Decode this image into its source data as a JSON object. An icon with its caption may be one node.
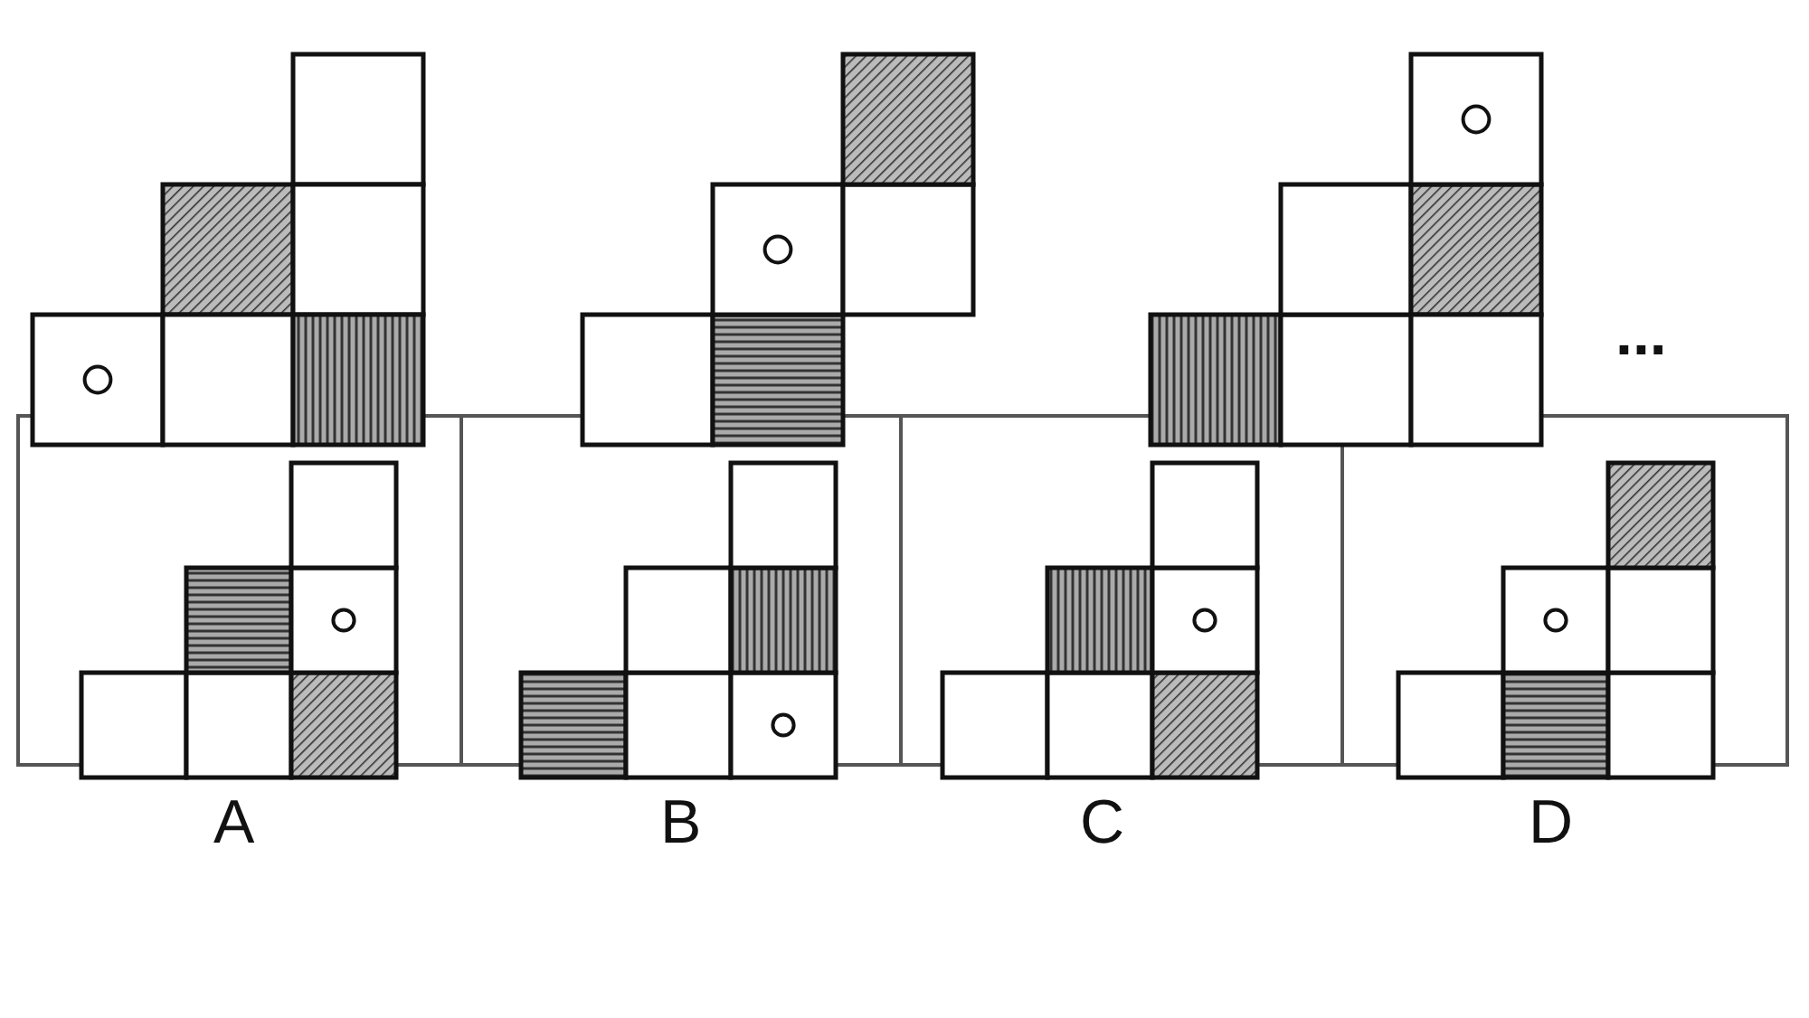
{
  "diagram": {
    "labels": [
      "...",
      "A",
      "B",
      "C",
      "D"
    ]
  }
}
